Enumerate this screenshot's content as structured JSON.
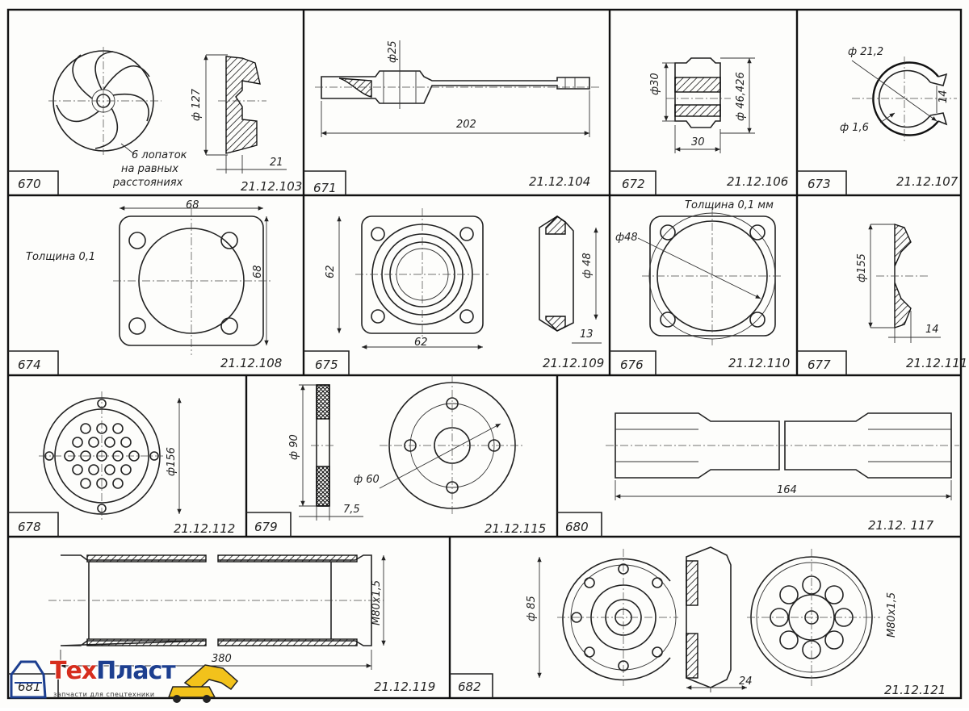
{
  "cells": [
    {
      "num": "670",
      "code": "21.12.103",
      "notes": [
        "6 лопаток",
        "на равных",
        "расстояниях"
      ],
      "dims": [
        "ф 127",
        "21"
      ]
    },
    {
      "num": "671",
      "code": "21.12.104",
      "dims": [
        "ф25",
        "202"
      ]
    },
    {
      "num": "672",
      "code": "21.12.106",
      "dims": [
        "ф30",
        "ф 46,426",
        "30"
      ]
    },
    {
      "num": "673",
      "code": "21.12.107",
      "dims": [
        "ф 21,2",
        "14",
        "ф 1,6"
      ]
    },
    {
      "num": "674",
      "code": "21.12.108",
      "notes": [
        "Толщина 0,1"
      ],
      "dims": [
        "68",
        "68"
      ]
    },
    {
      "num": "675",
      "code": "21.12.109",
      "dims": [
        "62",
        "62",
        "ф 48",
        "13"
      ]
    },
    {
      "num": "676",
      "code": "21.12.110",
      "notes": [
        "Толщина 0,1 мм"
      ],
      "dims": [
        "ф48"
      ]
    },
    {
      "num": "677",
      "code": "21.12.111",
      "dims": [
        "ф155",
        "14"
      ]
    },
    {
      "num": "678",
      "code": "21.12.112",
      "dims": [
        "ф156"
      ]
    },
    {
      "num": "679",
      "code": "21.12.115",
      "dims": [
        "ф 90",
        "ф 60",
        "7,5"
      ]
    },
    {
      "num": "680",
      "code": "21.12. 117",
      "dims": [
        "164"
      ]
    },
    {
      "num": "681",
      "code": "21.12.119",
      "dims": [
        "М80х1,5",
        "380"
      ]
    },
    {
      "num": "682",
      "code": "21.12.121",
      "dims": [
        "ф 85",
        "24",
        "М80х1,5"
      ]
    }
  ],
  "logo": {
    "brand_a": "Тех",
    "brand_b": "Пласт",
    "tagline": "запчасти для спецтехники",
    "colors": {
      "red": "#d62d1d",
      "blue": "#1d3f8f",
      "yellow": "#f2c21b"
    }
  }
}
